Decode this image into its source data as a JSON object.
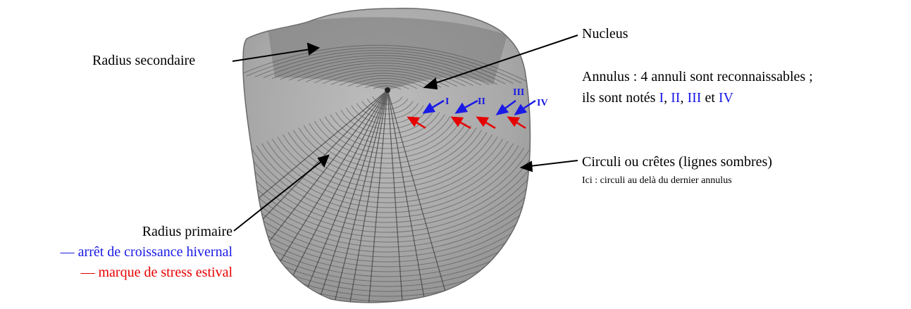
{
  "labels": {
    "nucleus": "Nucleus",
    "radius_secondaire": "Radius secondaire",
    "radius_primaire": "Radius primaire",
    "circuli": "Circuli ou crêtes (lignes sombres)",
    "circuli_note": "Ici : circuli au delà du dernier annulus",
    "annulus_line1": "Annulus : 4 annuli sont reconnaissables ;",
    "annulus_line2_prefix": "ils sont notés",
    "annulus_I": "I",
    "annulus_sep1": ", ",
    "annulus_II": "II",
    "annulus_sep2": ", ",
    "annulus_III": "III",
    "annulus_and": " et ",
    "annulus_IV": "IV"
  },
  "legend": {
    "blue_text": "— arrêt de croissance hivernal",
    "red_text": "— marque de stress estival"
  },
  "markers": [
    "I",
    "II",
    "III",
    "IV"
  ],
  "colors": {
    "blue": "#1a1ae6",
    "red": "#e60000",
    "black": "#000000"
  }
}
